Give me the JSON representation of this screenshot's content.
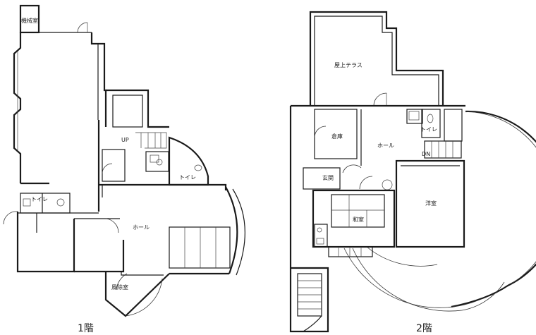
{
  "floors": [
    {
      "id": "floor-1",
      "label": "1階",
      "rooms": {
        "machine_room": "機械室",
        "up": "UP",
        "toilet_a": "トイレ",
        "toilet_b": "トイレ",
        "hall": "ホール",
        "windbreak_room": "風除室"
      }
    },
    {
      "id": "floor-2",
      "label": "2階",
      "rooms": {
        "roof_terrace": "屋上テラス",
        "storage": "倉庫",
        "hall": "ホール",
        "toilet": "トイレ",
        "down": "DN",
        "entrance": "玄関",
        "washitsu": "和室",
        "youshitsu": "洋室"
      }
    }
  ]
}
